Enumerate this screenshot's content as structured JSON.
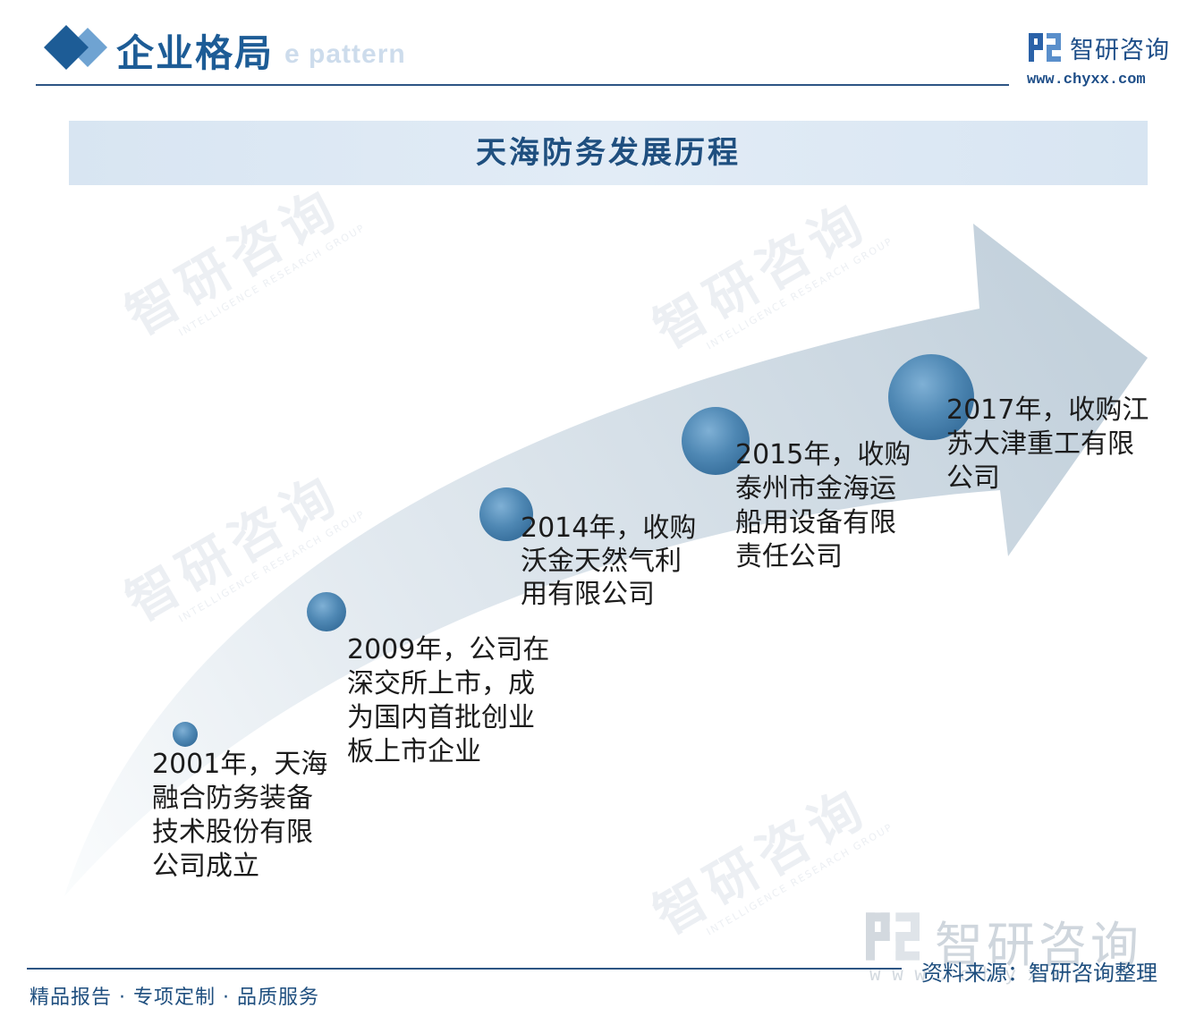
{
  "header": {
    "icon": "diamond-icon",
    "title": "企业格局",
    "title_bg": "e pattern"
  },
  "logo": {
    "icon": "logo-icon",
    "name": "智研咨询",
    "url": "www.chyxx.com"
  },
  "banner": {
    "title": "天海防务发展历程"
  },
  "milestones": [
    {
      "lines": [
        "2001年，天海",
        "融合防务装备",
        "技术股份有限",
        "公司成立"
      ]
    },
    {
      "lines": [
        "2009年，公司在",
        "深交所上市，成",
        "为国内首批创业",
        "板上市企业"
      ]
    },
    {
      "lines": [
        "2014年，收购",
        "沃金天然气利",
        "用有限公司"
      ]
    },
    {
      "lines": [
        "2015年，收购",
        "泰州市金海运",
        "船用设备有限",
        "责任公司"
      ]
    },
    {
      "lines": [
        "2017年，收购江",
        "苏大津重工有限",
        "公司"
      ]
    }
  ],
  "footer": {
    "slogan": "精品报告 · 专项定制 · 品质服务",
    "source": "资料来源：智研咨询整理"
  },
  "watermark": {
    "text": "智研咨询",
    "sub": "INTELLIGENCE RESEARCH GROUP",
    "url": "w w w . c h y x x . c o m"
  },
  "colors": {
    "primary": "#1d5c96",
    "banner_bg": "#dbe7f3",
    "arrow": "#c3d1dc",
    "marker": "#4f88b4",
    "text": "#1c1c1c"
  }
}
